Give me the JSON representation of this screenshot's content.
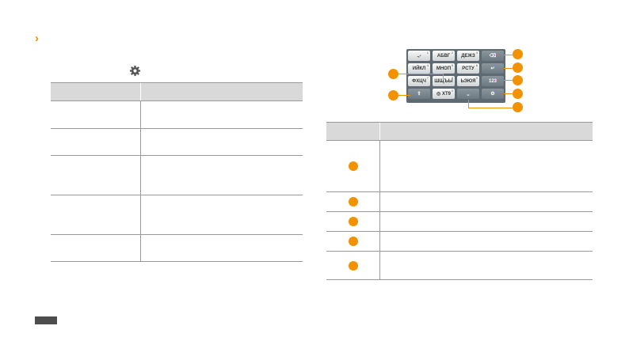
{
  "section_marker": "›",
  "settings_icon": "gear-icon",
  "keypad": {
    "keys": [
      {
        "label": ".,-",
        "num": "1"
      },
      {
        "label": "АБВГ",
        "num": "2"
      },
      {
        "label": "ДЕЖЗ",
        "num": "3"
      },
      {
        "label": "⌫",
        "num": ""
      },
      {
        "label": "ИЙКЛ",
        "num": "4"
      },
      {
        "label": "МНОП",
        "num": "5"
      },
      {
        "label": "РСТУ",
        "num": "6"
      },
      {
        "label": "↵",
        "num": ""
      },
      {
        "label": "ФХЦЧ",
        "num": "7"
      },
      {
        "label": "ШЩЪЫ",
        "num": "8"
      },
      {
        "label": "ЬЭЮЯ",
        "num": "9"
      },
      {
        "label": "123",
        "num": ""
      },
      {
        "label": "⇧",
        "num": ""
      },
      {
        "label": "◎ XT9",
        "num": "0"
      },
      {
        "label": "⎵",
        "num": ""
      },
      {
        "label": "⚙",
        "num": ""
      }
    ]
  },
  "colors": {
    "accent": "#f39200",
    "header_bg": "#d9d9d9",
    "rule": "#999999",
    "page_bar": "#4d4d4d"
  }
}
